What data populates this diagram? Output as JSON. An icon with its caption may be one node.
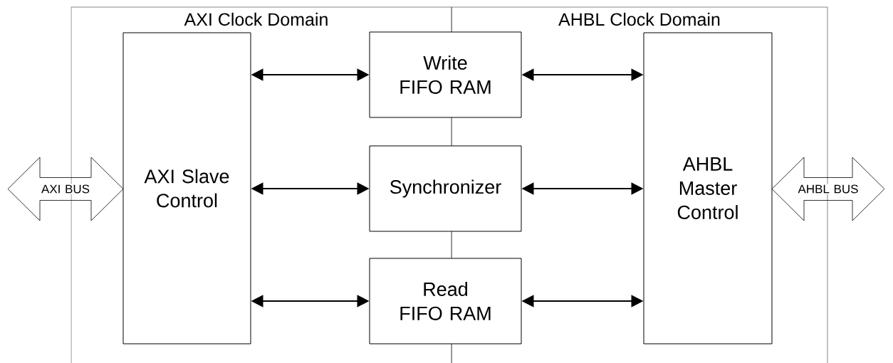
{
  "diagram": {
    "nodes": [
      {
        "text": [
          "AXI Slave Control"
        ]
      },
      {
        "text": [
          "Write FIFO RAM"
        ]
      },
      {
        "text": [
          "Synchronizer"
        ]
      },
      {
        "text": [
          "Read FIFO RAM"
        ]
      },
      {
        "text": [
          "AHBL Master Control"
        ]
      },
      {
        "text": [
          "AXI BUS"
        ]
      },
      {
        "text": [
          "AHBL BUS"
        ]
      }
    ],
    "edges": [
      {
        "from": 0,
        "to": 1,
        "arrow": "both"
      },
      {
        "from": 0,
        "to": 2,
        "arrow": "both"
      },
      {
        "from": 0,
        "to": 3,
        "arrow": "both"
      },
      {
        "from": 1,
        "to": 4,
        "arrow": "both"
      },
      {
        "from": 2,
        "to": 4,
        "arrow": "both"
      },
      {
        "from": 3,
        "to": 4,
        "arrow": "both"
      }
    ],
    "labels": [
      "AXI Clock Domain",
      "AHBL Clock Domain"
    ]
  }
}
